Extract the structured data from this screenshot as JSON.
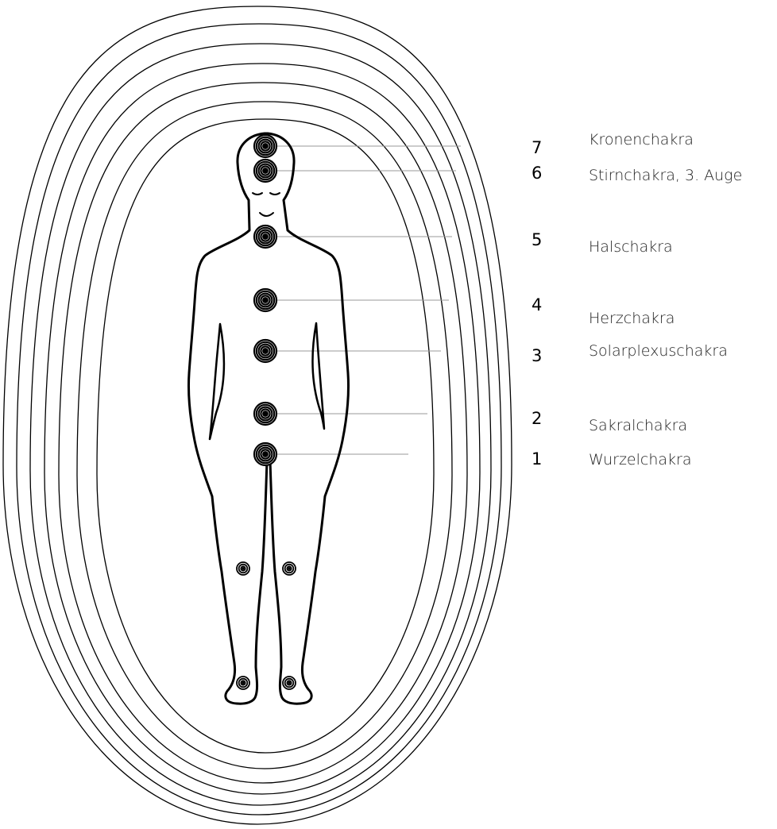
{
  "chakras": [
    {
      "number": "7",
      "name": "Kronenchakra"
    },
    {
      "number": "6",
      "name": "Stirnchakra, 3. Auge"
    },
    {
      "number": "5",
      "name": "Halschakra"
    },
    {
      "number": "4",
      "name": "Herzchakra"
    },
    {
      "number": "3",
      "name": "Solarplexuschakra"
    },
    {
      "number": "2",
      "name": "Sakralchakra"
    },
    {
      "number": "1",
      "name": "Wurzelchakra"
    }
  ],
  "colors": {
    "line": "#000000",
    "leader": "#9a9a9a",
    "background": "#ffffff"
  }
}
